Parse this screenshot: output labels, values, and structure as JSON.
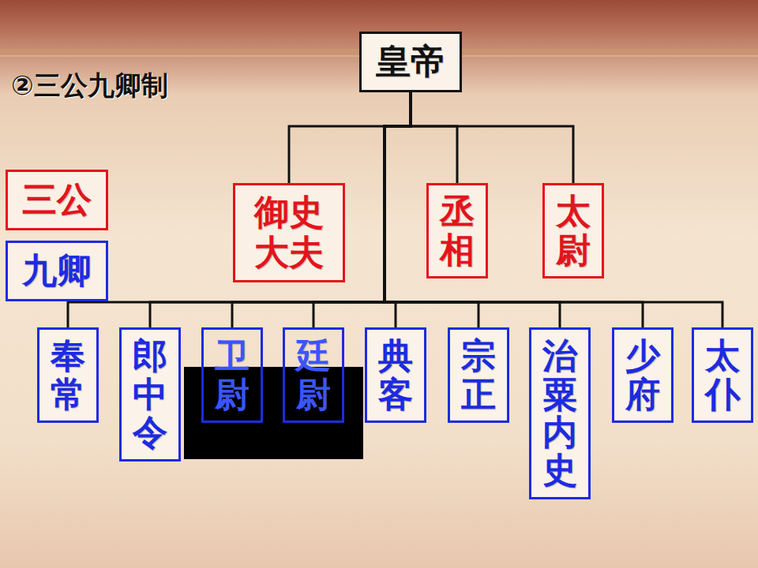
{
  "diagram": {
    "title": "②三公九卿制",
    "nodes": [
      {
        "text": [
          "皇帝"
        ]
      },
      {
        "text": [
          "三公"
        ]
      },
      {
        "text": [
          "九卿"
        ]
      },
      {
        "text": [
          "御史大夫"
        ]
      },
      {
        "text": [
          "丞相"
        ]
      },
      {
        "text": [
          "太尉"
        ]
      },
      {
        "text": [
          "奉常"
        ]
      },
      {
        "text": [
          "郎中令"
        ]
      },
      {
        "text": [
          "卫尉"
        ]
      },
      {
        "text": [
          "廷尉"
        ]
      },
      {
        "text": [
          "典客"
        ]
      },
      {
        "text": [
          "宗正"
        ]
      },
      {
        "text": [
          "治粟内史"
        ]
      },
      {
        "text": [
          "少府"
        ]
      },
      {
        "text": [
          "太仆"
        ]
      }
    ],
    "edges": [
      {
        "from": 0,
        "to": 3,
        "arrow": "none"
      },
      {
        "from": 0,
        "to": 4,
        "arrow": "none"
      },
      {
        "from": 0,
        "to": 5,
        "arrow": "none"
      },
      {
        "from": 0,
        "to": 6,
        "arrow": "none"
      },
      {
        "from": 0,
        "to": 7,
        "arrow": "none"
      },
      {
        "from": 0,
        "to": 8,
        "arrow": "none"
      },
      {
        "from": 0,
        "to": 9,
        "arrow": "none"
      },
      {
        "from": 0,
        "to": 10,
        "arrow": "none"
      },
      {
        "from": 0,
        "to": 11,
        "arrow": "none"
      },
      {
        "from": 0,
        "to": 12,
        "arrow": "none"
      },
      {
        "from": 0,
        "to": 13,
        "arrow": "none"
      },
      {
        "from": 0,
        "to": 14,
        "arrow": "none"
      }
    ]
  }
}
